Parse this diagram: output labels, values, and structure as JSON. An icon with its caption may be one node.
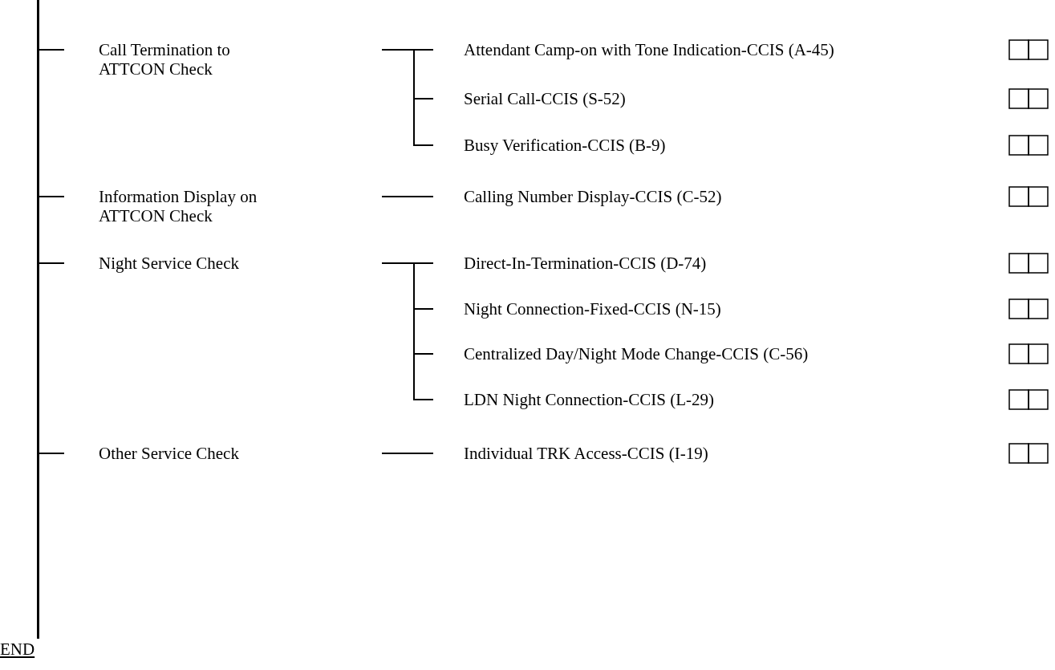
{
  "diagram": {
    "nodes": [
      {
        "text": [],
        "shape": "bar"
      },
      {
        "text": [
          "Call Termination to ATTCON Check"
        ]
      },
      {
        "text": [
          "Attendant Camp-on with Tone Indication-CCIS (A-45)"
        ]
      },
      {
        "text": [
          "Serial Call-CCIS (S-52)"
        ]
      },
      {
        "text": [
          "Busy Verification-CCIS (B-9)"
        ]
      },
      {
        "text": [
          "Information Display on ATTCON Check"
        ]
      },
      {
        "text": [
          "Calling Number Display-CCIS (C-52)"
        ]
      },
      {
        "text": [
          "Night Service Check"
        ]
      },
      {
        "text": [
          "Direct-In-Termination-CCIS (D-74)"
        ]
      },
      {
        "text": [
          "Night Connection-Fixed-CCIS (N-15)"
        ]
      },
      {
        "text": [
          "Centralized Day/Night Mode Change-CCIS (C-56)"
        ]
      },
      {
        "text": [
          "LDN Night Connection-CCIS (L-29)"
        ]
      },
      {
        "text": [
          "Other Service Check"
        ]
      },
      {
        "text": [
          "Individual TRK Access-CCIS (I-19)"
        ]
      }
    ],
    "edges": [
      {
        "from": 0,
        "to": 1,
        "arrow": "none"
      },
      {
        "from": 1,
        "to": 2,
        "arrow": "none"
      },
      {
        "from": 1,
        "to": 3,
        "arrow": "none"
      },
      {
        "from": 1,
        "to": 4,
        "arrow": "none"
      },
      {
        "from": 0,
        "to": 5,
        "arrow": "none"
      },
      {
        "from": 5,
        "to": 6,
        "arrow": "none"
      },
      {
        "from": 0,
        "to": 7,
        "arrow": "none"
      },
      {
        "from": 7,
        "to": 8,
        "arrow": "none"
      },
      {
        "from": 7,
        "to": 9,
        "arrow": "none"
      },
      {
        "from": 7,
        "to": 10,
        "arrow": "none"
      },
      {
        "from": 7,
        "to": 11,
        "arrow": "none"
      },
      {
        "from": 0,
        "to": 12,
        "arrow": "none"
      },
      {
        "from": 12,
        "to": 13,
        "arrow": "none"
      }
    ],
    "labels": [
      "END"
    ]
  }
}
